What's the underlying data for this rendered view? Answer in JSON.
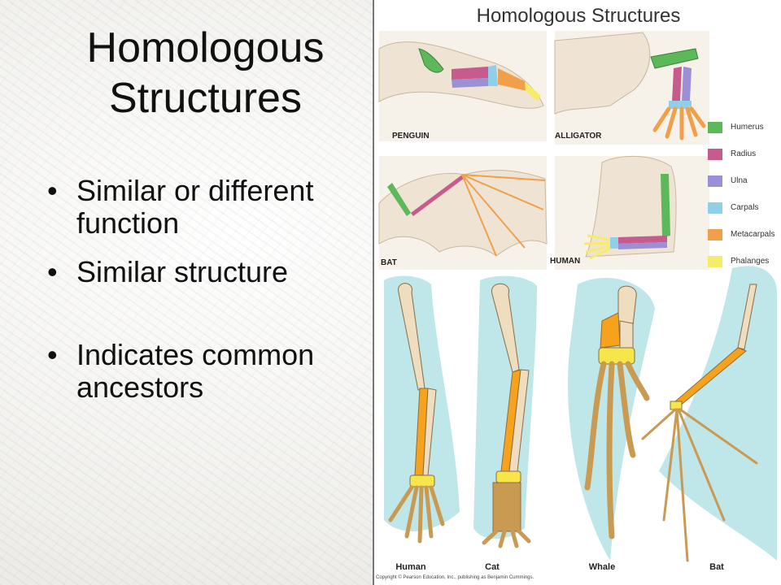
{
  "slide": {
    "title_line1": "Homologous",
    "title_line2": "Structures",
    "bullets": [
      "Similar or different function",
      "Similar structure",
      "Indicates common ancestors"
    ]
  },
  "figure": {
    "title": "Homologous Structures",
    "top_labels": [
      "PENGUIN",
      "ALLIGATOR",
      "BAT",
      "HUMAN"
    ],
    "bottom_labels": [
      "Human",
      "Cat",
      "Whale",
      "Bat"
    ],
    "legend": [
      {
        "label": "Humerus",
        "color": "#5db85a"
      },
      {
        "label": "Radius",
        "color": "#c75b8e"
      },
      {
        "label": "Ulna",
        "color": "#9b8fd6"
      },
      {
        "label": "Carpals",
        "color": "#8fd0e8"
      },
      {
        "label": "Metacarpals",
        "color": "#f0a04b"
      },
      {
        "label": "Phalanges",
        "color": "#f6ec6a"
      }
    ],
    "copyright": "Copyright © Pearson Education, Inc., publishing as Benjamin Cummings."
  },
  "colors": {
    "bone_light": "#eeddbf",
    "bone_orange": "#f6a21c",
    "bone_yellow": "#f6e64a",
    "bone_brown": "#c99a52",
    "skin": "#efe4d3",
    "silhouette": "#bfe6e8"
  }
}
